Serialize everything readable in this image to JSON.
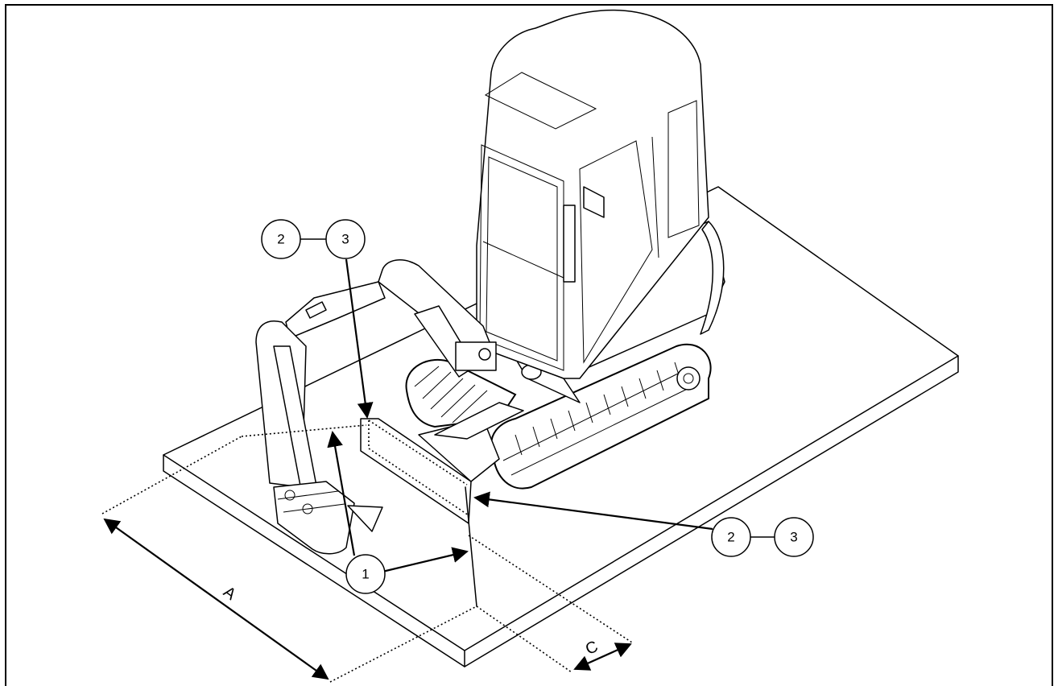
{
  "callouts": {
    "top_left_2": "2",
    "top_left_3": "3",
    "right_2": "2",
    "right_3": "3",
    "center_1": "1"
  },
  "dimensions": {
    "a": "A",
    "c": "C"
  }
}
